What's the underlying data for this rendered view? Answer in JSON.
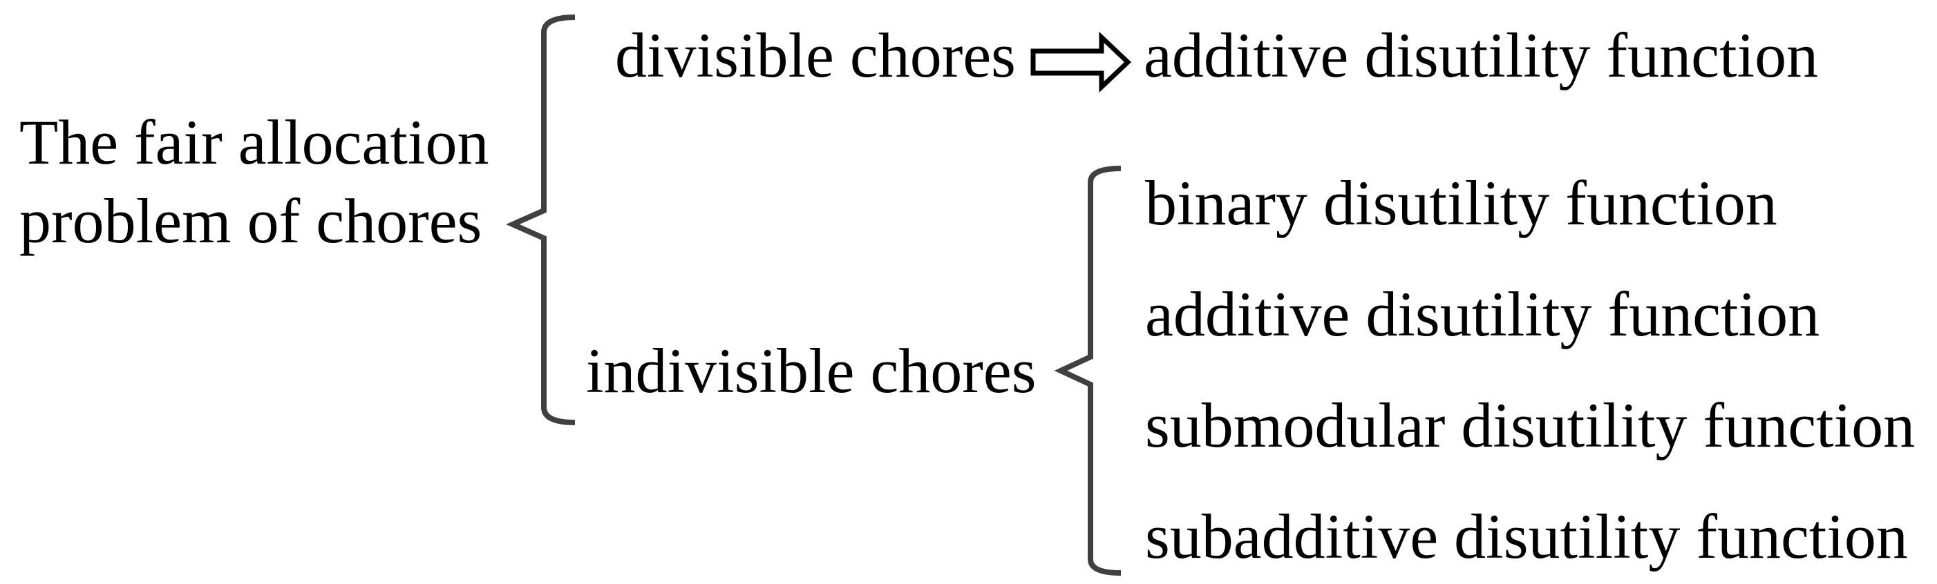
{
  "figure": {
    "title": {
      "line1": "The fair allocation",
      "line2": "problem of chores"
    },
    "branches": {
      "divisible": {
        "label": "divisible chores",
        "result": "additive disutility function"
      },
      "indivisible": {
        "label": "indivisible chores",
        "items": [
          "binary disutility function",
          "additive disutility function",
          "submodular disutility function",
          "subadditive disutility function"
        ]
      }
    },
    "icons": {
      "outer_brace": "left-curly-brace",
      "inner_brace": "left-curly-brace",
      "arrow": "right-block-arrow"
    },
    "colors": {
      "background": "#ffffff",
      "text": "#000000",
      "brace": "#404040",
      "arrow_fill": "#ffffff",
      "arrow_stroke": "#000000"
    }
  }
}
